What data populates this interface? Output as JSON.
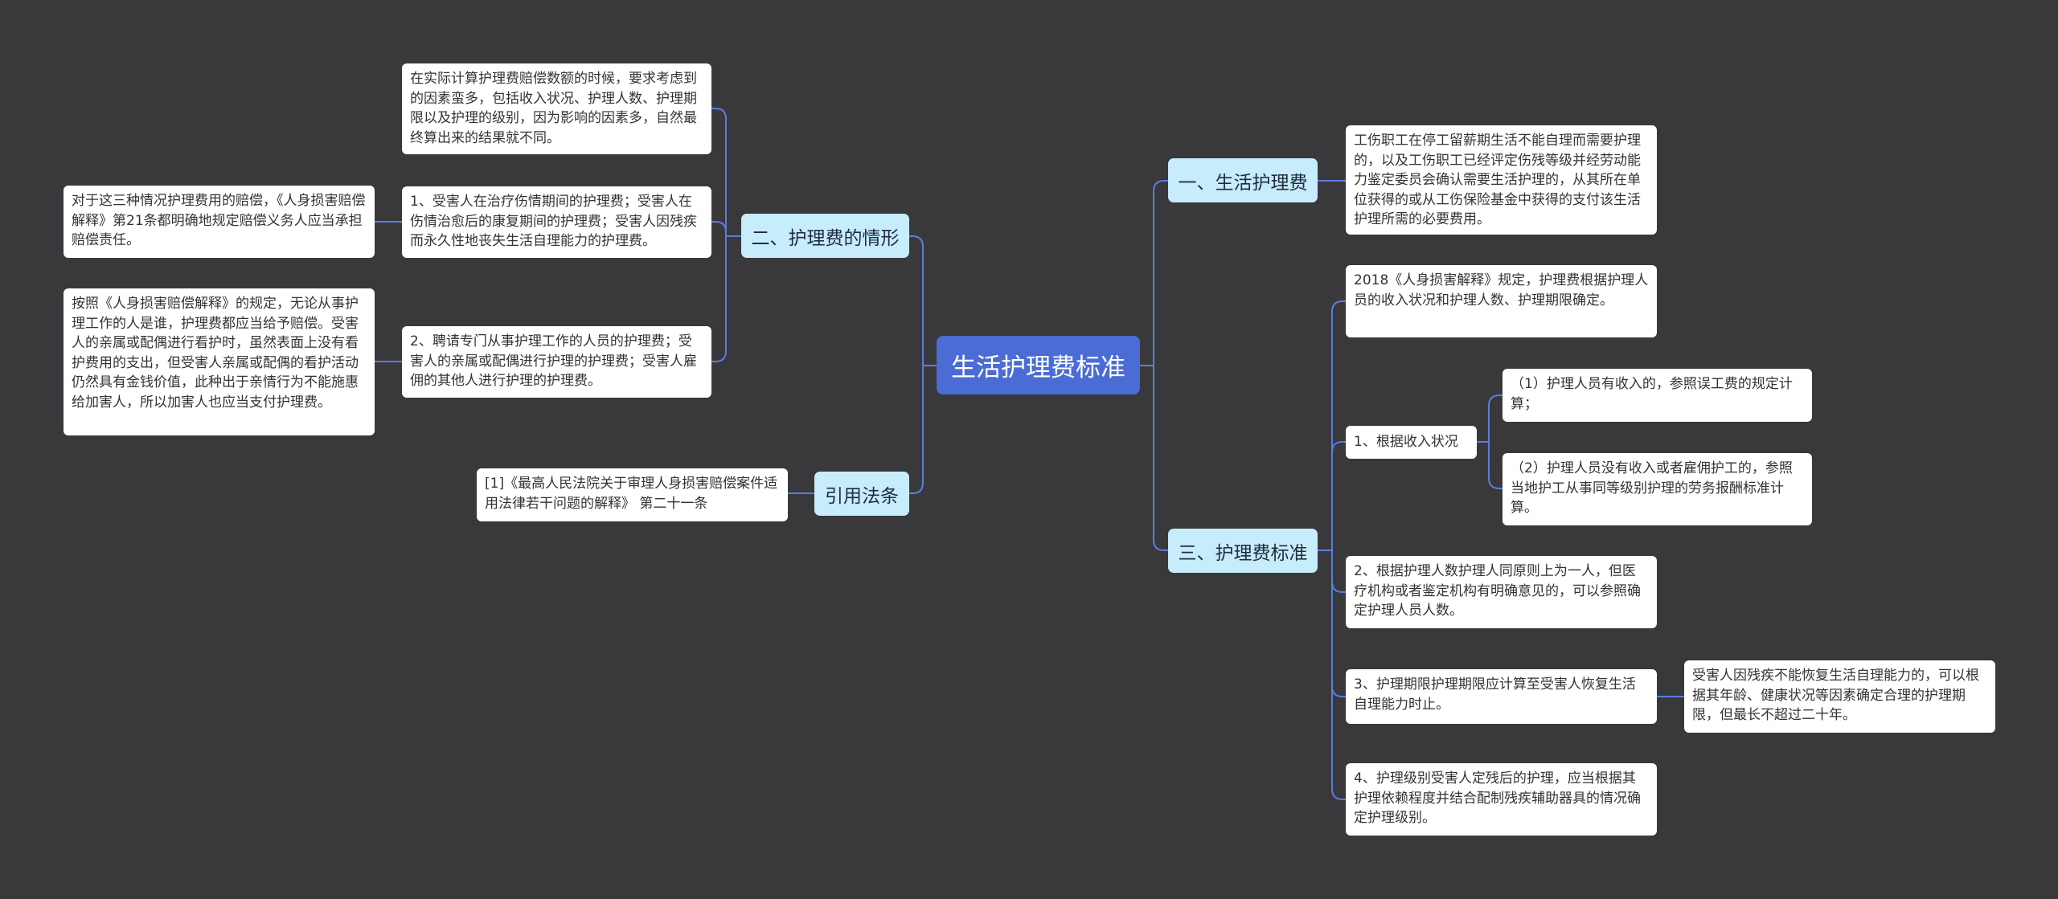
{
  "root": {
    "title": "生活护理费标准"
  },
  "branches": {
    "b1": "一、生活护理费",
    "b3": "三、护理费标准",
    "b2": "二、护理费的情形",
    "b4": "引用法条"
  },
  "leaves": {
    "r1": "工伤职工在停工留薪期生活不能自理而需要护理的，以及工伤职工已经评定伤残等级并经劳动能力鉴定委员会确认需要生活护理的，从其所在单位获得的或从工伤保险基金中获得的支付该生活护理所需的必要费用。",
    "r3a": "2018《人身损害解释》规定，护理费根据护理人员的收入状况和护理人数、护理期限确定。",
    "r3b": "1、根据收入状况",
    "r3b1": "（1）护理人员有收入的，参照误工费的规定计算；",
    "r3b2": "（2）护理人员没有收入或者雇佣护工的，参照当地护工从事同等级别护理的劳务报酬标准计算。",
    "r3c": "2、根据护理人数护理人同原则上为一人，但医疗机构或者鉴定机构有明确意见的，可以参照确定护理人员人数。",
    "r3d": "3、护理期限护理期限应计算至受害人恢复生活自理能力时止。",
    "r3d1": "受害人因残疾不能恢复生活自理能力的，可以根据其年龄、健康状况等因素确定合理的护理期限，但最长不超过二十年。",
    "r3e": "4、护理级别受害人定残后的护理，应当根据其护理依赖程度并结合配制残疾辅助器具的情况确定护理级别。",
    "l2a": "在实际计算护理费赔偿数额的时候，要求考虑到的因素蛮多，包括收入状况、护理人数、护理期限以及护理的级别，因为影响的因素多，自然最终算出来的结果就不同。",
    "l2b": "1、受害人在治疗伤情期间的护理费；受害人在伤情治愈后的康复期间的护理费；受害人因残疾而永久性地丧失生活自理能力的护理费。",
    "l2b1": "对于这三种情况护理费用的赔偿，《人身损害赔偿解释》第21条都明确地规定赔偿义务人应当承担赔偿责任。",
    "l2c": "2、聘请专门从事护理工作的人员的护理费；受害人的亲属或配偶进行护理的护理费；受害人雇佣的其他人进行护理的护理费。",
    "l2c1": "按照《人身损害赔偿解释》的规定，无论从事护理工作的人是谁，护理费都应当给予赔偿。受害人的亲属或配偶进行看护时，虽然表面上没有看护费用的支出，但受害人亲属或配偶的看护活动仍然具有金钱价值，此种出于亲情行为不能施惠给加害人，所以加害人也应当支付护理费。",
    "l4a": "[1]《最高人民法院关于审理人身损害赔偿案件适用法律若干问题的解释》 第二十一条"
  },
  "colors": {
    "background": "#39383b",
    "root": "#4a6cd4",
    "branch": "#c7ecfb",
    "leaf": "#ffffff",
    "connector": "#5b7de0"
  }
}
